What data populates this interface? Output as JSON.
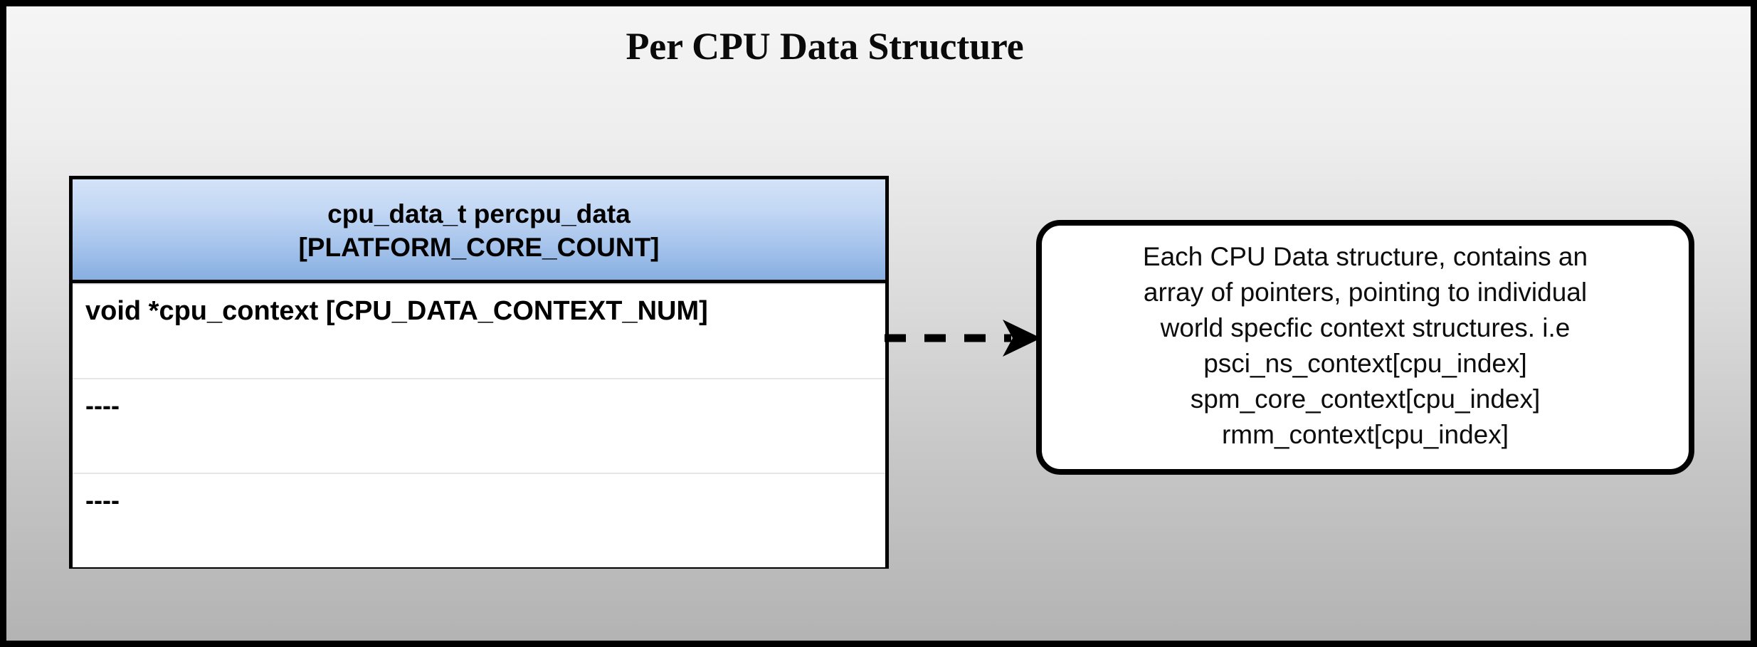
{
  "title": "Per CPU Data Structure",
  "struct_table": {
    "header_lines": [
      "cpu_data_t percpu_data",
      "[PLATFORM_CORE_COUNT]"
    ],
    "rows": [
      {
        "text": "void *cpu_context [CPU_DATA_CONTEXT_NUM]"
      },
      {
        "text": "----"
      },
      {
        "text": "----"
      }
    ]
  },
  "connector": {
    "style": "dashed-arrow",
    "direction": "right",
    "from": "struct-table",
    "to": "callout-note"
  },
  "callout": {
    "lines": [
      "Each CPU Data structure, contains an",
      "array of pointers, pointing to individual",
      "world specfic context structures. i.e",
      "psci_ns_context[cpu_index]",
      "spm_core_context[cpu_index]",
      "rmm_context[cpu_index]"
    ]
  },
  "colors": {
    "header_gradient_top": "#d3e2f8",
    "header_gradient_bottom": "#86afe1",
    "background_top": "#f5f5f5",
    "background_bottom": "#b3b3b3",
    "border": "#000000",
    "row_separator": "#e6e6e6",
    "text": "#000000"
  }
}
